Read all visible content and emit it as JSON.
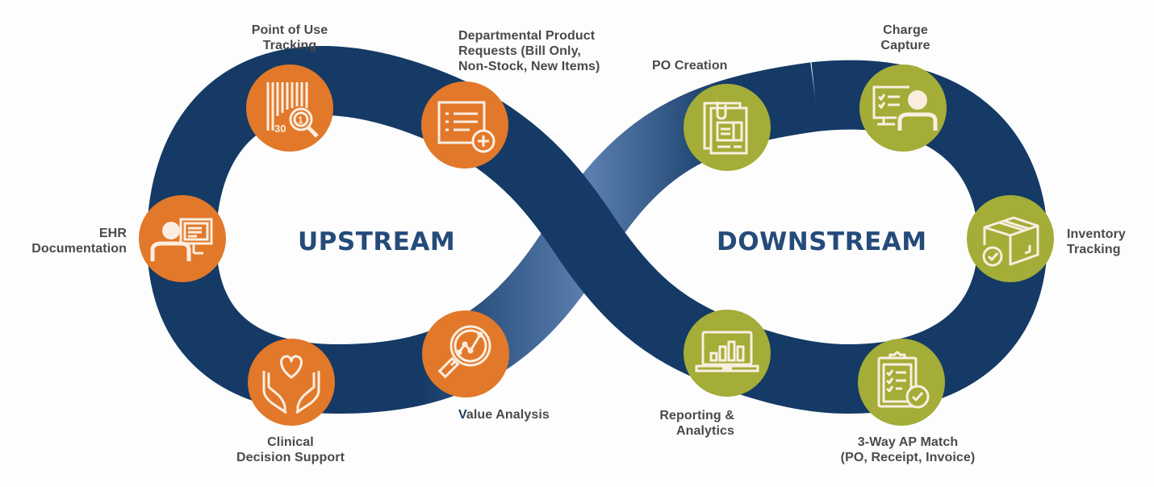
{
  "colors": {
    "band": "#143a65",
    "band_light": "#5a7fb0",
    "upstream_node": "#e2782a",
    "downstream_node": "#a3ad37",
    "icon_stroke": "#fbeee0",
    "label_text": "#4a4a4c",
    "section_title": "#254b7a"
  },
  "sections": {
    "upstream": "UPSTREAM",
    "downstream": "DOWNSTREAM"
  },
  "upstream_nodes": [
    {
      "id": "point-of-use",
      "label": "Point of Use\nTracking",
      "icon": "barcode-search-icon"
    },
    {
      "id": "departmental-requests",
      "label": "Departmental Product\nRequests (Bill Only,\nNon-Stock, New Items)",
      "icon": "list-add-icon"
    },
    {
      "id": "ehr",
      "label": "EHR\nDocumentation",
      "icon": "person-monitor-icon"
    },
    {
      "id": "clinical-decision",
      "label": "Clinical\nDecision Support",
      "icon": "hands-heart-icon"
    },
    {
      "id": "value-analysis",
      "label": "Value Analysis",
      "label_first": "V",
      "label_rest": "alue Analysis",
      "icon": "magnifier-chart-icon"
    }
  ],
  "downstream_nodes": [
    {
      "id": "po-creation",
      "label": "PO Creation",
      "icon": "documents-clip-icon"
    },
    {
      "id": "charge-capture",
      "label": "Charge\nCapture",
      "icon": "monitor-checklist-person-icon"
    },
    {
      "id": "inventory-tracking",
      "label": "Inventory\nTracking",
      "icon": "box-check-icon"
    },
    {
      "id": "reporting-analytics",
      "label": "Reporting &\nAnalytics",
      "icon": "laptop-bars-icon"
    },
    {
      "id": "ap-match",
      "label": "3-Way AP Match\n(PO, Receipt, Invoice)",
      "icon": "clipboard-check-icon"
    }
  ],
  "icon_text": {
    "barcode_number": "30",
    "magnifier_digit": "1"
  }
}
